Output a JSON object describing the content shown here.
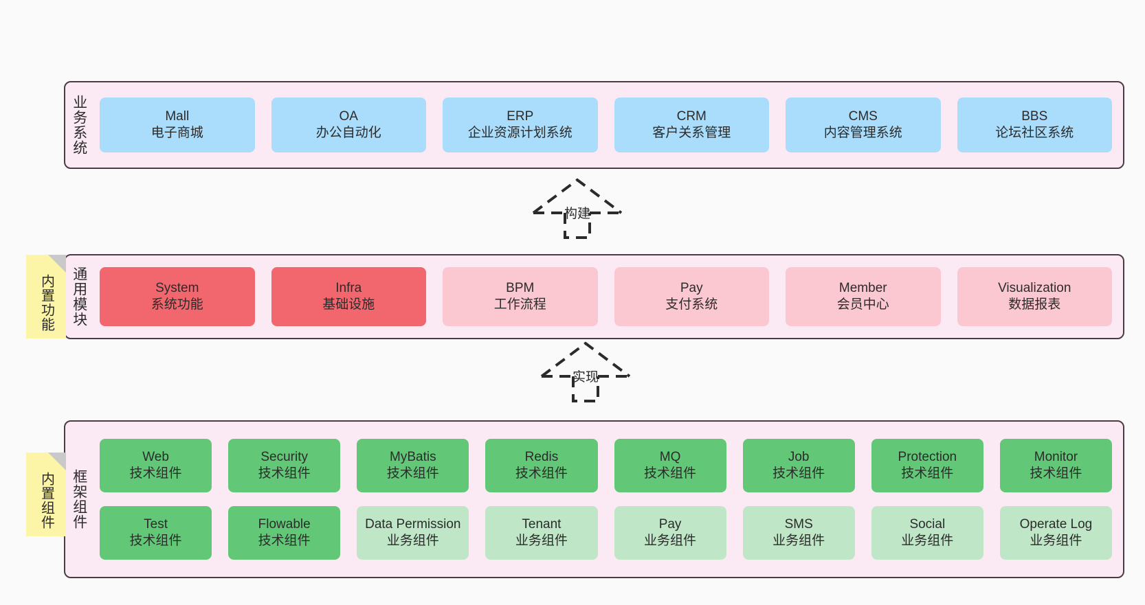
{
  "diagram": {
    "title_hidden": "",
    "colors": {
      "canvas": "#fafafa",
      "layer_fill": "#fbeaf4",
      "layer_border": "#4a3b44",
      "business_card": "#aadcfb",
      "common_core_card": "#f2666e",
      "common_card": "#fbc8d1",
      "tech_card": "#62c877",
      "business_component_card": "#bfe6c6",
      "note_fill": "#fcf5a8",
      "note_fold": "#c9c9c9",
      "arrow_stroke": "#2b2b2b"
    }
  },
  "layers": {
    "business": {
      "title": "业务系统",
      "cards": [
        {
          "en": "Mall",
          "cn": "电子商城"
        },
        {
          "en": "OA",
          "cn": "办公自动化"
        },
        {
          "en": "ERP",
          "cn": "企业资源计划系统"
        },
        {
          "en": "CRM",
          "cn": "客户关系管理"
        },
        {
          "en": "CMS",
          "cn": "内容管理系统"
        },
        {
          "en": "BBS",
          "cn": "论坛社区系统"
        }
      ]
    },
    "common": {
      "title": "通用模块",
      "cards": [
        {
          "en": "System",
          "cn": "系统功能",
          "style": "red"
        },
        {
          "en": "Infra",
          "cn": "基础设施",
          "style": "red"
        },
        {
          "en": "BPM",
          "cn": "工作流程",
          "style": "pink"
        },
        {
          "en": "Pay",
          "cn": "支付系统",
          "style": "pink"
        },
        {
          "en": "Member",
          "cn": "会员中心",
          "style": "pink"
        },
        {
          "en": "Visualization",
          "cn": "数据报表",
          "style": "pink"
        }
      ]
    },
    "framework": {
      "title": "框架组件",
      "row1": [
        {
          "en": "Web",
          "cn": "技术组件"
        },
        {
          "en": "Security",
          "cn": "技术组件"
        },
        {
          "en": "MyBatis",
          "cn": "技术组件"
        },
        {
          "en": "Redis",
          "cn": "技术组件"
        },
        {
          "en": "MQ",
          "cn": "技术组件"
        },
        {
          "en": "Job",
          "cn": "技术组件"
        },
        {
          "en": "Protection",
          "cn": "技术组件"
        },
        {
          "en": "Monitor",
          "cn": "技术组件"
        }
      ],
      "row2": [
        {
          "en": "Test",
          "cn": "技术组件",
          "style": "green"
        },
        {
          "en": "Flowable",
          "cn": "技术组件",
          "style": "green"
        },
        {
          "en": "Data Permission",
          "cn": "业务组件",
          "style": "lightgreen"
        },
        {
          "en": "Tenant",
          "cn": "业务组件",
          "style": "lightgreen"
        },
        {
          "en": "Pay",
          "cn": "业务组件",
          "style": "lightgreen"
        },
        {
          "en": "SMS",
          "cn": "业务组件",
          "style": "lightgreen"
        },
        {
          "en": "Social",
          "cn": "业务组件",
          "style": "lightgreen"
        },
        {
          "en": "Operate Log",
          "cn": "业务组件",
          "style": "lightgreen"
        }
      ]
    }
  },
  "notes": [
    {
      "name": "builtin-function",
      "label": "内置功能"
    },
    {
      "name": "builtin-component",
      "label": "内置组件"
    }
  ],
  "arrows": [
    {
      "name": "build",
      "label": "构建"
    },
    {
      "name": "implement",
      "label": "实现"
    }
  ]
}
